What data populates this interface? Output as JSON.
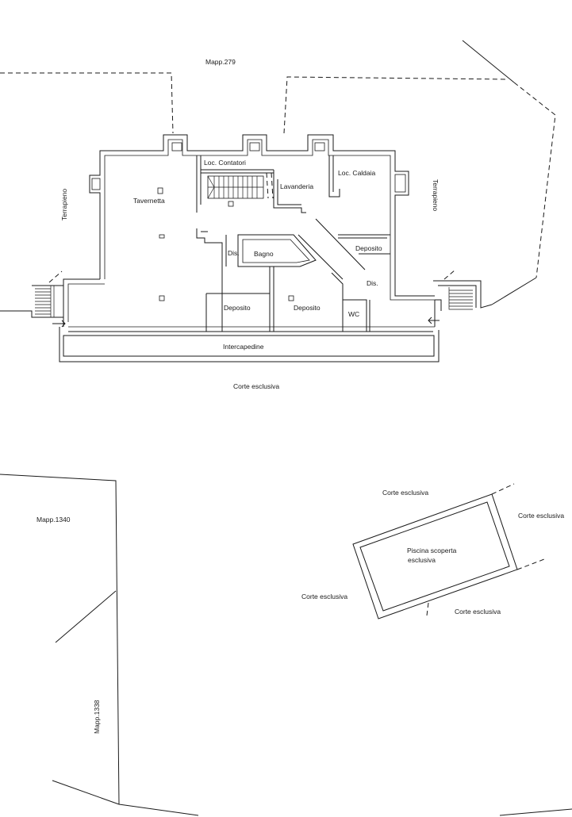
{
  "plan": {
    "labels": {
      "mapp_279": "Mapp.279",
      "loc_contatori": "Loc. Contatori",
      "lavanderia": "Lavanderia",
      "loc_caldaia": "Loc. Caldaia",
      "tavernetta": "Tavernetta",
      "terrapieno_left": "Terrapieno",
      "terrapieno_right": "Terrapieno",
      "dis_1": "Dis.",
      "bagno": "Bagno",
      "deposito_1": "Deposito",
      "dis_2": "Dis.",
      "deposito_2": "Deposito",
      "deposito_3": "Deposito",
      "wc": "WC",
      "intercapedine": "Intercapedine",
      "corte_main": "Corte esclusiva"
    }
  },
  "site": {
    "labels": {
      "mapp_1340": "Mapp.1340",
      "mapp_1338": "Mapp.1338",
      "corte_top": "Corte esclusiva",
      "corte_right": "Corte esclusiva",
      "corte_left": "Corte esclusiva",
      "corte_bottom": "Corte esclusiva",
      "piscina_line1": "Piscina scoperta",
      "piscina_line2": "esclusiva"
    }
  }
}
